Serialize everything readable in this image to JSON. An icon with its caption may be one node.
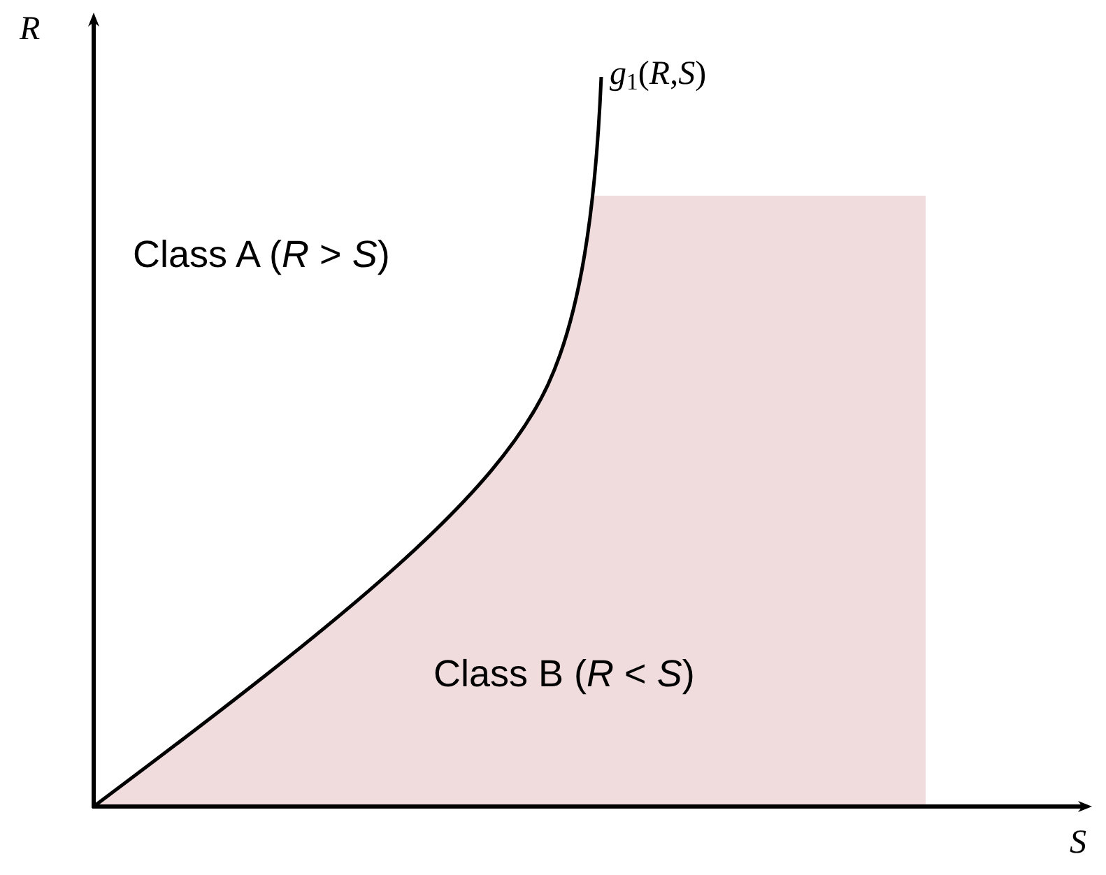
{
  "diagram": {
    "labels": [
      "R",
      "*g*$_{1}$(*R*,*S*)",
      "Class A (*R* > *S*)",
      "Class B (*R* < *S*)",
      "S"
    ]
  }
}
